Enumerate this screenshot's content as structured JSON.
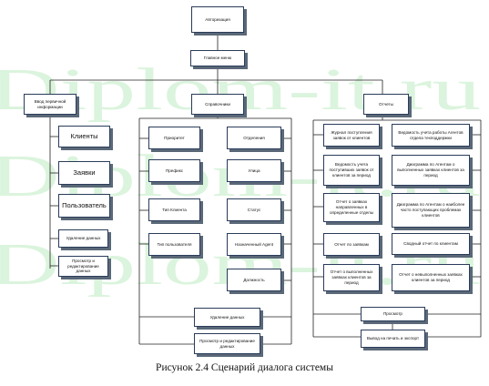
{
  "watermark": "Diplom-it.ru",
  "nodes": {
    "auth": "Авторизация",
    "main_menu": "Главное меню",
    "input": "Ввод первичной информации",
    "clients": "Клиенты",
    "orders": "Заявки",
    "user": "Пользователь",
    "del1": "Удаление данных",
    "view1": "Просмотр и редактирование данных",
    "spr": "Справочники",
    "priority": "Приоритет",
    "prefix": "Префикс",
    "client_type": "Тип Клиента",
    "user_type": "Тип пользователя",
    "dept": "Отделения",
    "street": "Улица",
    "status": "Статус",
    "sla": "Назначенный Agent",
    "position": "Должность",
    "del2": "Удаление данных",
    "view2": "Просмотр и редактирование данных",
    "reports": "Отчеты",
    "r1": "Журнал поступления заявок от клиентов",
    "r2": "Ведомость учета поступивших заявок от клиентов за период",
    "r3": "Отчет о заявках направленных в определенные отделы",
    "r4": "Отчет по заявкам",
    "r5": "Отчет о выполненных заявках клиентов за период",
    "r6": "Ведомость учета работы Агентов отдела техподдержки",
    "r7": "Диаграмма по Агентам о выполненных заявках клиентов за период",
    "r8": "Диаграмма по Агентам о наиболее часто поступающих проблемах клиентов",
    "r9": "Сводный отчет по клиентам",
    "r10": "Отчет о невыполненных заявках клиентов за период",
    "preview": "Просмотр",
    "export": "Вывод на печать и экспорт"
  },
  "caption": "Рисунок 2.4 Сценарий диалога системы"
}
